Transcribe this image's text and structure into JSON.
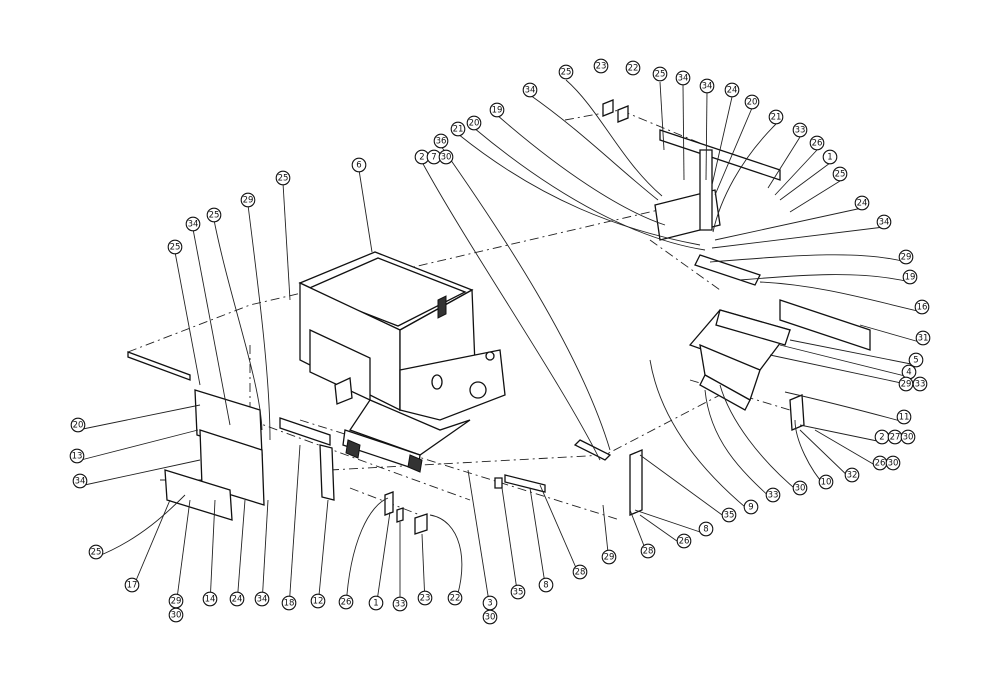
{
  "diagram": {
    "type": "exploded parts diagram",
    "callouts": [
      {
        "id": "c1",
        "label": "25"
      },
      {
        "id": "c2",
        "label": "22"
      },
      {
        "id": "c3",
        "label": "23"
      },
      {
        "id": "c4",
        "label": "25"
      },
      {
        "id": "c5",
        "label": "34"
      },
      {
        "id": "c6",
        "label": "34"
      },
      {
        "id": "c7",
        "label": "24"
      },
      {
        "id": "c8",
        "label": "20"
      },
      {
        "id": "c9",
        "label": "21"
      },
      {
        "id": "c10",
        "label": "33"
      },
      {
        "id": "c11",
        "label": "26"
      },
      {
        "id": "c12",
        "label": "1"
      },
      {
        "id": "c13",
        "label": "25"
      },
      {
        "id": "c14",
        "label": "24"
      },
      {
        "id": "c15",
        "label": "34"
      },
      {
        "id": "c16",
        "label": "29"
      },
      {
        "id": "c17",
        "label": "19"
      },
      {
        "id": "c18",
        "label": "16"
      },
      {
        "id": "c19",
        "label": "31"
      },
      {
        "id": "c20",
        "label": "5"
      },
      {
        "id": "c21",
        "label": "4"
      },
      {
        "id": "c22",
        "label": "29"
      },
      {
        "id": "c23",
        "label": "33"
      },
      {
        "id": "c24",
        "label": "11"
      },
      {
        "id": "c25",
        "label": "2"
      },
      {
        "id": "c26",
        "label": "27"
      },
      {
        "id": "c27",
        "label": "30"
      },
      {
        "id": "c28",
        "label": "26"
      },
      {
        "id": "c29",
        "label": "30"
      },
      {
        "id": "c30",
        "label": "32"
      },
      {
        "id": "c31",
        "label": "10"
      },
      {
        "id": "c32",
        "label": "30"
      },
      {
        "id": "c33",
        "label": "33"
      },
      {
        "id": "c34",
        "label": "9"
      },
      {
        "id": "c35",
        "label": "35"
      },
      {
        "id": "c36",
        "label": "8"
      },
      {
        "id": "c37",
        "label": "26"
      },
      {
        "id": "c38",
        "label": "28"
      },
      {
        "id": "c39",
        "label": "29"
      },
      {
        "id": "c40",
        "label": "28"
      },
      {
        "id": "c41",
        "label": "8"
      },
      {
        "id": "c42",
        "label": "35"
      },
      {
        "id": "c43",
        "label": "3"
      },
      {
        "id": "c44",
        "label": "30"
      },
      {
        "id": "c45",
        "label": "22"
      },
      {
        "id": "c46",
        "label": "23"
      },
      {
        "id": "c47",
        "label": "33"
      },
      {
        "id": "c48",
        "label": "1"
      },
      {
        "id": "c49",
        "label": "26"
      },
      {
        "id": "c50",
        "label": "12"
      },
      {
        "id": "c51",
        "label": "18"
      },
      {
        "id": "c52",
        "label": "34"
      },
      {
        "id": "c53",
        "label": "24"
      },
      {
        "id": "c54",
        "label": "14"
      },
      {
        "id": "c55",
        "label": "29"
      },
      {
        "id": "c56",
        "label": "30"
      },
      {
        "id": "c57",
        "label": "17"
      },
      {
        "id": "c58",
        "label": "25"
      },
      {
        "id": "c59",
        "label": "34"
      },
      {
        "id": "c60",
        "label": "13"
      },
      {
        "id": "c61",
        "label": "20"
      },
      {
        "id": "c62",
        "label": "25"
      },
      {
        "id": "c63",
        "label": "34"
      },
      {
        "id": "c64",
        "label": "25"
      },
      {
        "id": "c65",
        "label": "29"
      },
      {
        "id": "c66",
        "label": "25"
      },
      {
        "id": "c67",
        "label": "6"
      },
      {
        "id": "c68",
        "label": "2"
      },
      {
        "id": "c69",
        "label": "7"
      },
      {
        "id": "c70",
        "label": "30"
      },
      {
        "id": "c71",
        "label": "36"
      },
      {
        "id": "c72",
        "label": "21"
      },
      {
        "id": "c73",
        "label": "20"
      },
      {
        "id": "c74",
        "label": "19"
      },
      {
        "id": "c75",
        "label": "34"
      }
    ]
  }
}
